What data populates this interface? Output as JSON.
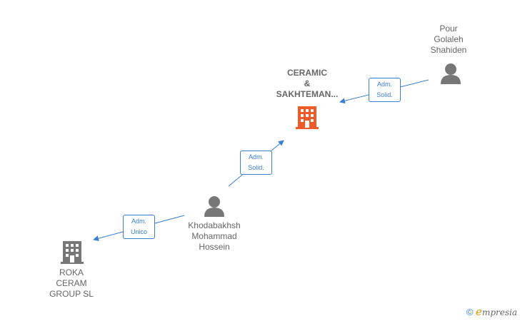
{
  "nodes": {
    "main_company": {
      "lines": [
        "CERAMIC",
        "&",
        "SAKHTEMAN..."
      ],
      "color": "#f05a28"
    },
    "person_pour": {
      "lines": [
        "Pour",
        "Golaleh",
        "Shahiden"
      ]
    },
    "person_khoda": {
      "lines": [
        "Khodabakhsh",
        "Mohammad",
        "Hossein"
      ]
    },
    "company_roka": {
      "lines": [
        "ROKA",
        "CERAM",
        "GROUP  SL"
      ]
    }
  },
  "edges": {
    "pour_to_main": {
      "lines": [
        "Adm.",
        "Solid."
      ]
    },
    "khoda_to_main": {
      "lines": [
        "Adm.",
        "Solid."
      ]
    },
    "khoda_to_roka": {
      "lines": [
        "Adm.",
        "Unico"
      ]
    }
  },
  "colors": {
    "edge": "#3a7fd5",
    "icon_gray": "#777777",
    "icon_main": "#f05a28"
  },
  "footer": {
    "copyright_symbol": "©",
    "brand_initial": "e",
    "brand_rest": "mpresia"
  }
}
